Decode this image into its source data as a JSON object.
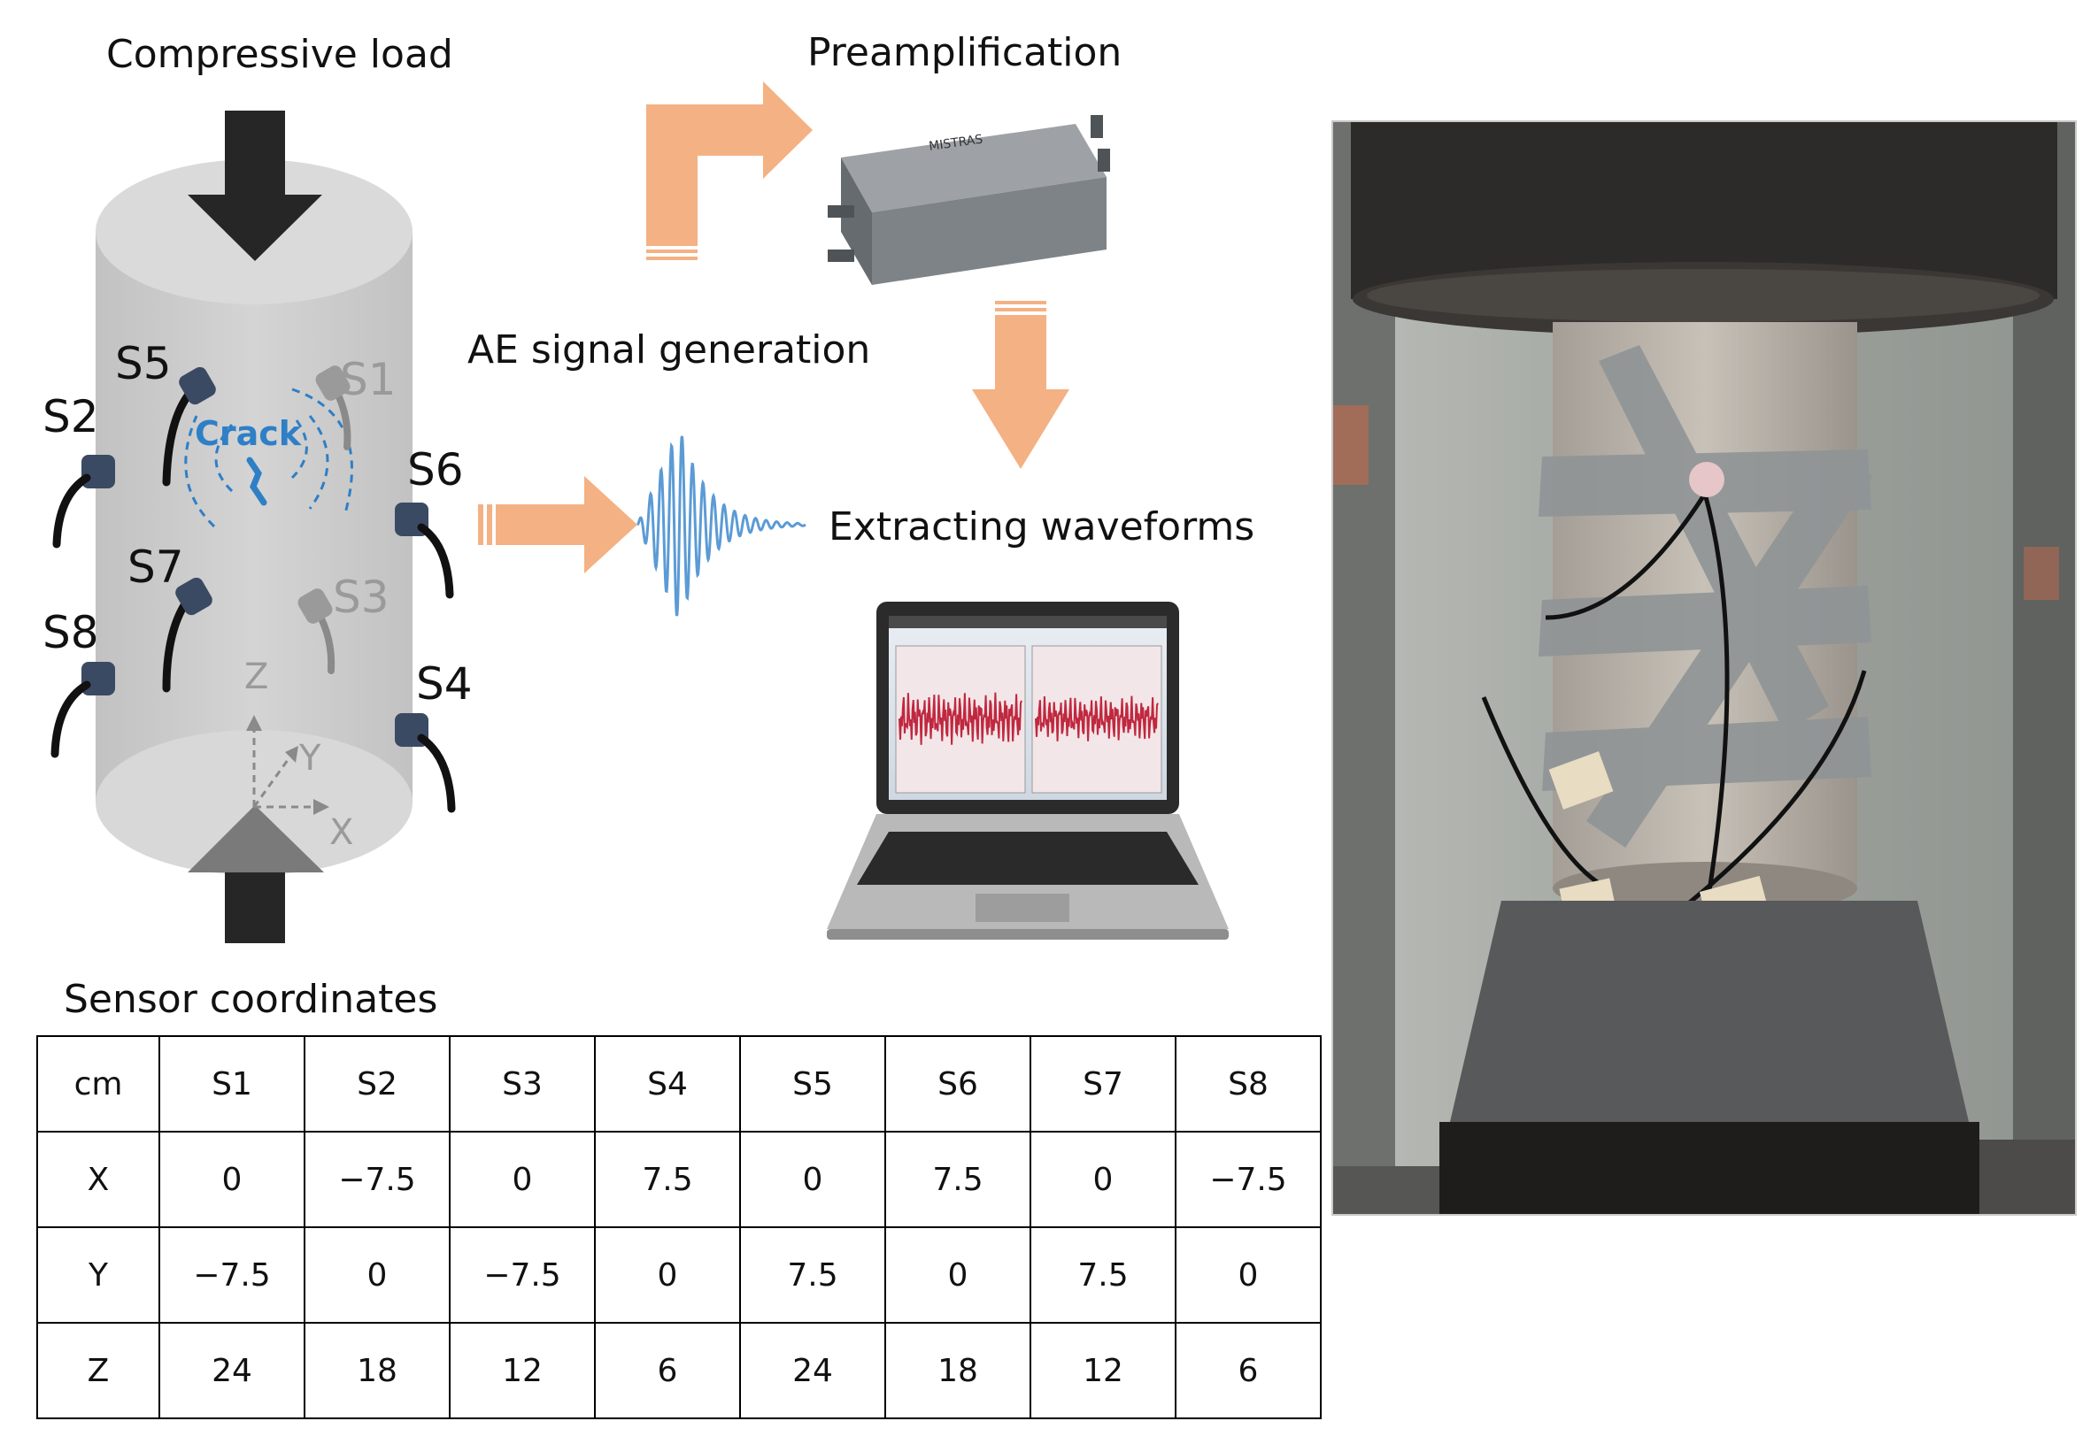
{
  "labels": {
    "compressive_load": "Compressive load",
    "preamplification": "Preamplification",
    "ae_signal_generation": "AE signal generation",
    "extracting_waveforms": "Extracting waveforms",
    "sensor_coordinates": "Sensor coordinates",
    "crack": "Crack",
    "axis_z": "Z",
    "axis_y": "Y",
    "axis_x": "X"
  },
  "sensors": {
    "s1": "S1",
    "s2": "S2",
    "s3": "S3",
    "s4": "S4",
    "s5": "S5",
    "s6": "S6",
    "s7": "S7",
    "s8": "S8"
  },
  "table": {
    "header": [
      "cm",
      "S1",
      "S2",
      "S3",
      "S4",
      "S5",
      "S6",
      "S7",
      "S8"
    ],
    "rows": [
      [
        "X",
        "0",
        "−7.5",
        "0",
        "7.5",
        "0",
        "7.5",
        "0",
        "−7.5"
      ],
      [
        "Y",
        "−7.5",
        "0",
        "−7.5",
        "0",
        "7.5",
        "0",
        "7.5",
        "0"
      ],
      [
        "Z",
        "24",
        "18",
        "12",
        "6",
        "24",
        "18",
        "12",
        "6"
      ]
    ]
  },
  "colors": {
    "arrow_orange": "#f4b183",
    "load_arrow_dark": "#262626",
    "cylinder_gray": "#c8c8c8",
    "crack_blue": "#2f7fc6",
    "waveform_blue": "#5b9bd5"
  }
}
